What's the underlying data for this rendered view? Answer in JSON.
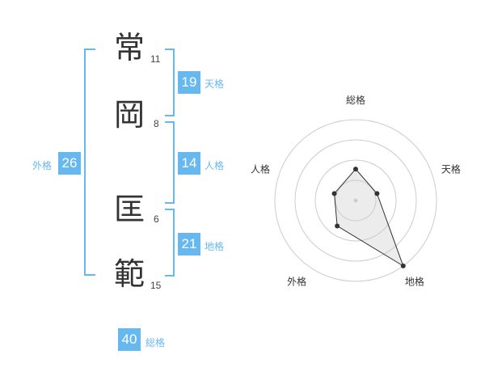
{
  "characters": [
    {
      "char": "常",
      "strokes": "11"
    },
    {
      "char": "岡",
      "strokes": "8"
    },
    {
      "char": "匡",
      "strokes": "6"
    },
    {
      "char": "範",
      "strokes": "15"
    }
  ],
  "kakusu": {
    "tenkaku": {
      "value": "19",
      "label": "天格"
    },
    "jinkaku": {
      "value": "14",
      "label": "人格"
    },
    "chikaku": {
      "value": "21",
      "label": "地格"
    },
    "gaikaku": {
      "value": "26",
      "label": "外格"
    },
    "soukaku": {
      "value": "40",
      "label": "総格"
    }
  },
  "colors": {
    "accent": "#66b8ee",
    "text": "#333333"
  },
  "chart_data": {
    "type": "radar",
    "axes": [
      "総格",
      "天格",
      "地格",
      "外格",
      "人格"
    ],
    "values": [
      1.75,
      1.25,
      4.5,
      1.75,
      1.25
    ],
    "range": [
      0,
      4.5
    ],
    "rings": 4
  }
}
